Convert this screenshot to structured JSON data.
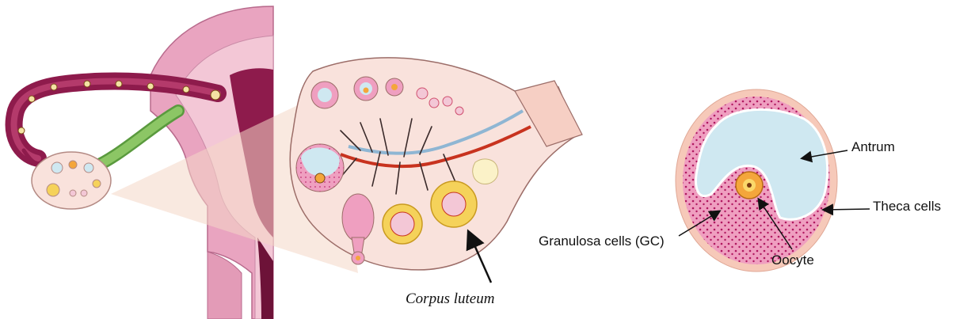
{
  "labels": {
    "corpus_luteum": "Corpus luteum",
    "antrum": "Antrum",
    "theca_cells": "Theca cells",
    "granulosa_cells": "Granulosa cells (GC)",
    "oocyte": "Oocyte"
  },
  "colors": {
    "uterus_pink": "#e9a4c0",
    "uterus_dark": "#8e1b4c",
    "ovary_bg": "#f9e2dc",
    "antrum_blue": "#cfe8f1",
    "granulosa_pink": "#ef9fc0",
    "theca_peach": "#f6c9b9",
    "oocyte_orange": "#f4a63b",
    "yellow_body": "#f5d25a",
    "vessel_red": "#c8331f",
    "vessel_blue": "#8fb6d3",
    "ligament_green": "#8cc665"
  }
}
